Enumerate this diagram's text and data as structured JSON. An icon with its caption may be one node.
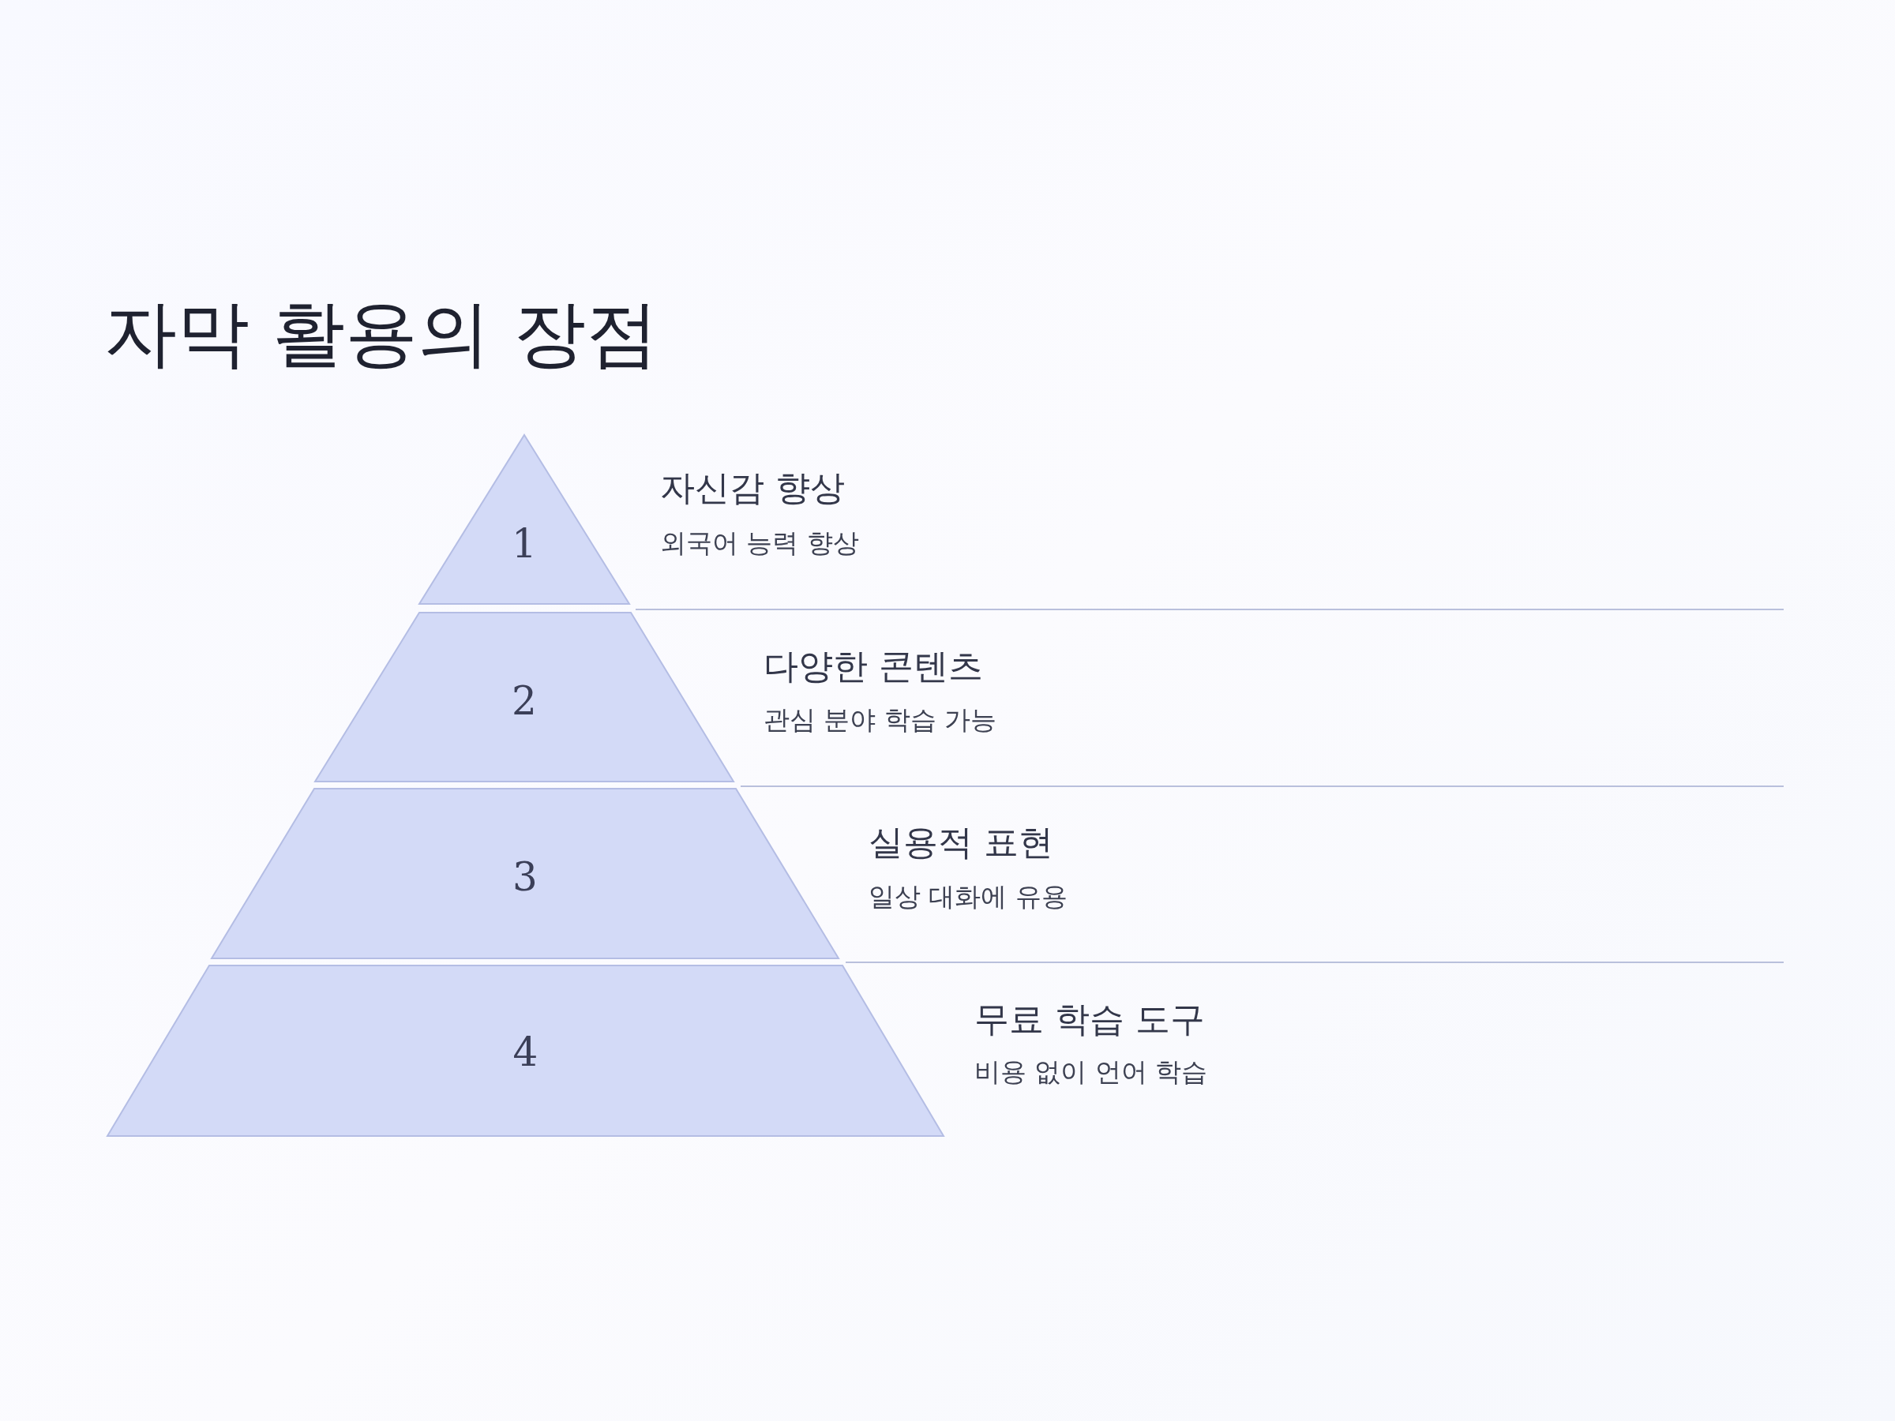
{
  "diagram": {
    "title": "자막 활용의 장점",
    "nodes": [
      {
        "text": [
          "1"
        ],
        "beside": [
          "자신감 향상",
          "외국어 능력 향상"
        ]
      },
      {
        "text": [
          "2"
        ],
        "beside": [
          "다양한 콘텐츠",
          "관심 분야 학습 가능"
        ]
      },
      {
        "text": [
          "3"
        ],
        "beside": [
          "실용적 표현",
          "일상 대화에 유용"
        ]
      },
      {
        "text": [
          "4"
        ],
        "beside": [
          "무료 학습 도구",
          "비용 없이 언어 학습"
        ]
      }
    ],
    "edges": []
  }
}
